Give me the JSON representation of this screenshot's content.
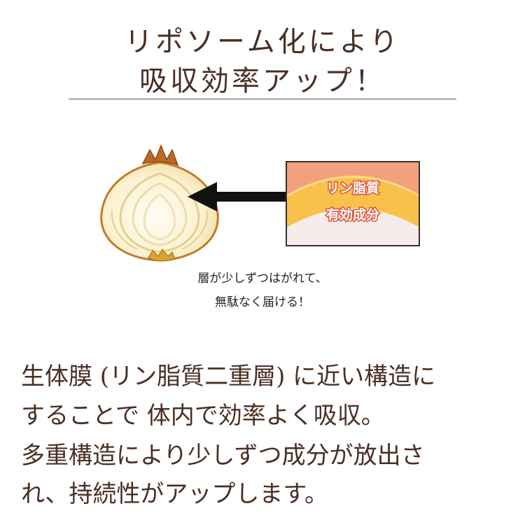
{
  "header": {
    "title_line1": "リポソーム化により",
    "title_line2": "吸収効率アップ！"
  },
  "diagram": {
    "layer_outer_label": "リン脂質",
    "layer_inner_label": "有効成分",
    "caption_line1": "層が少しずつはがれて、",
    "caption_line2": "無駄なく届ける！",
    "colors": {
      "outer_layer": "#f2a07d",
      "inner_layer": "#f7c14a",
      "onion_skin": "#c47a2c",
      "arrow": "#111111"
    }
  },
  "body": {
    "line1": "生体膜 (リン脂質二重層) に近い構造に",
    "line2": "することで 体内で効率よく吸収。",
    "line3": "多重構造により少しずつ成分が放出さ",
    "line4": "れ、持続性がアップします。"
  }
}
